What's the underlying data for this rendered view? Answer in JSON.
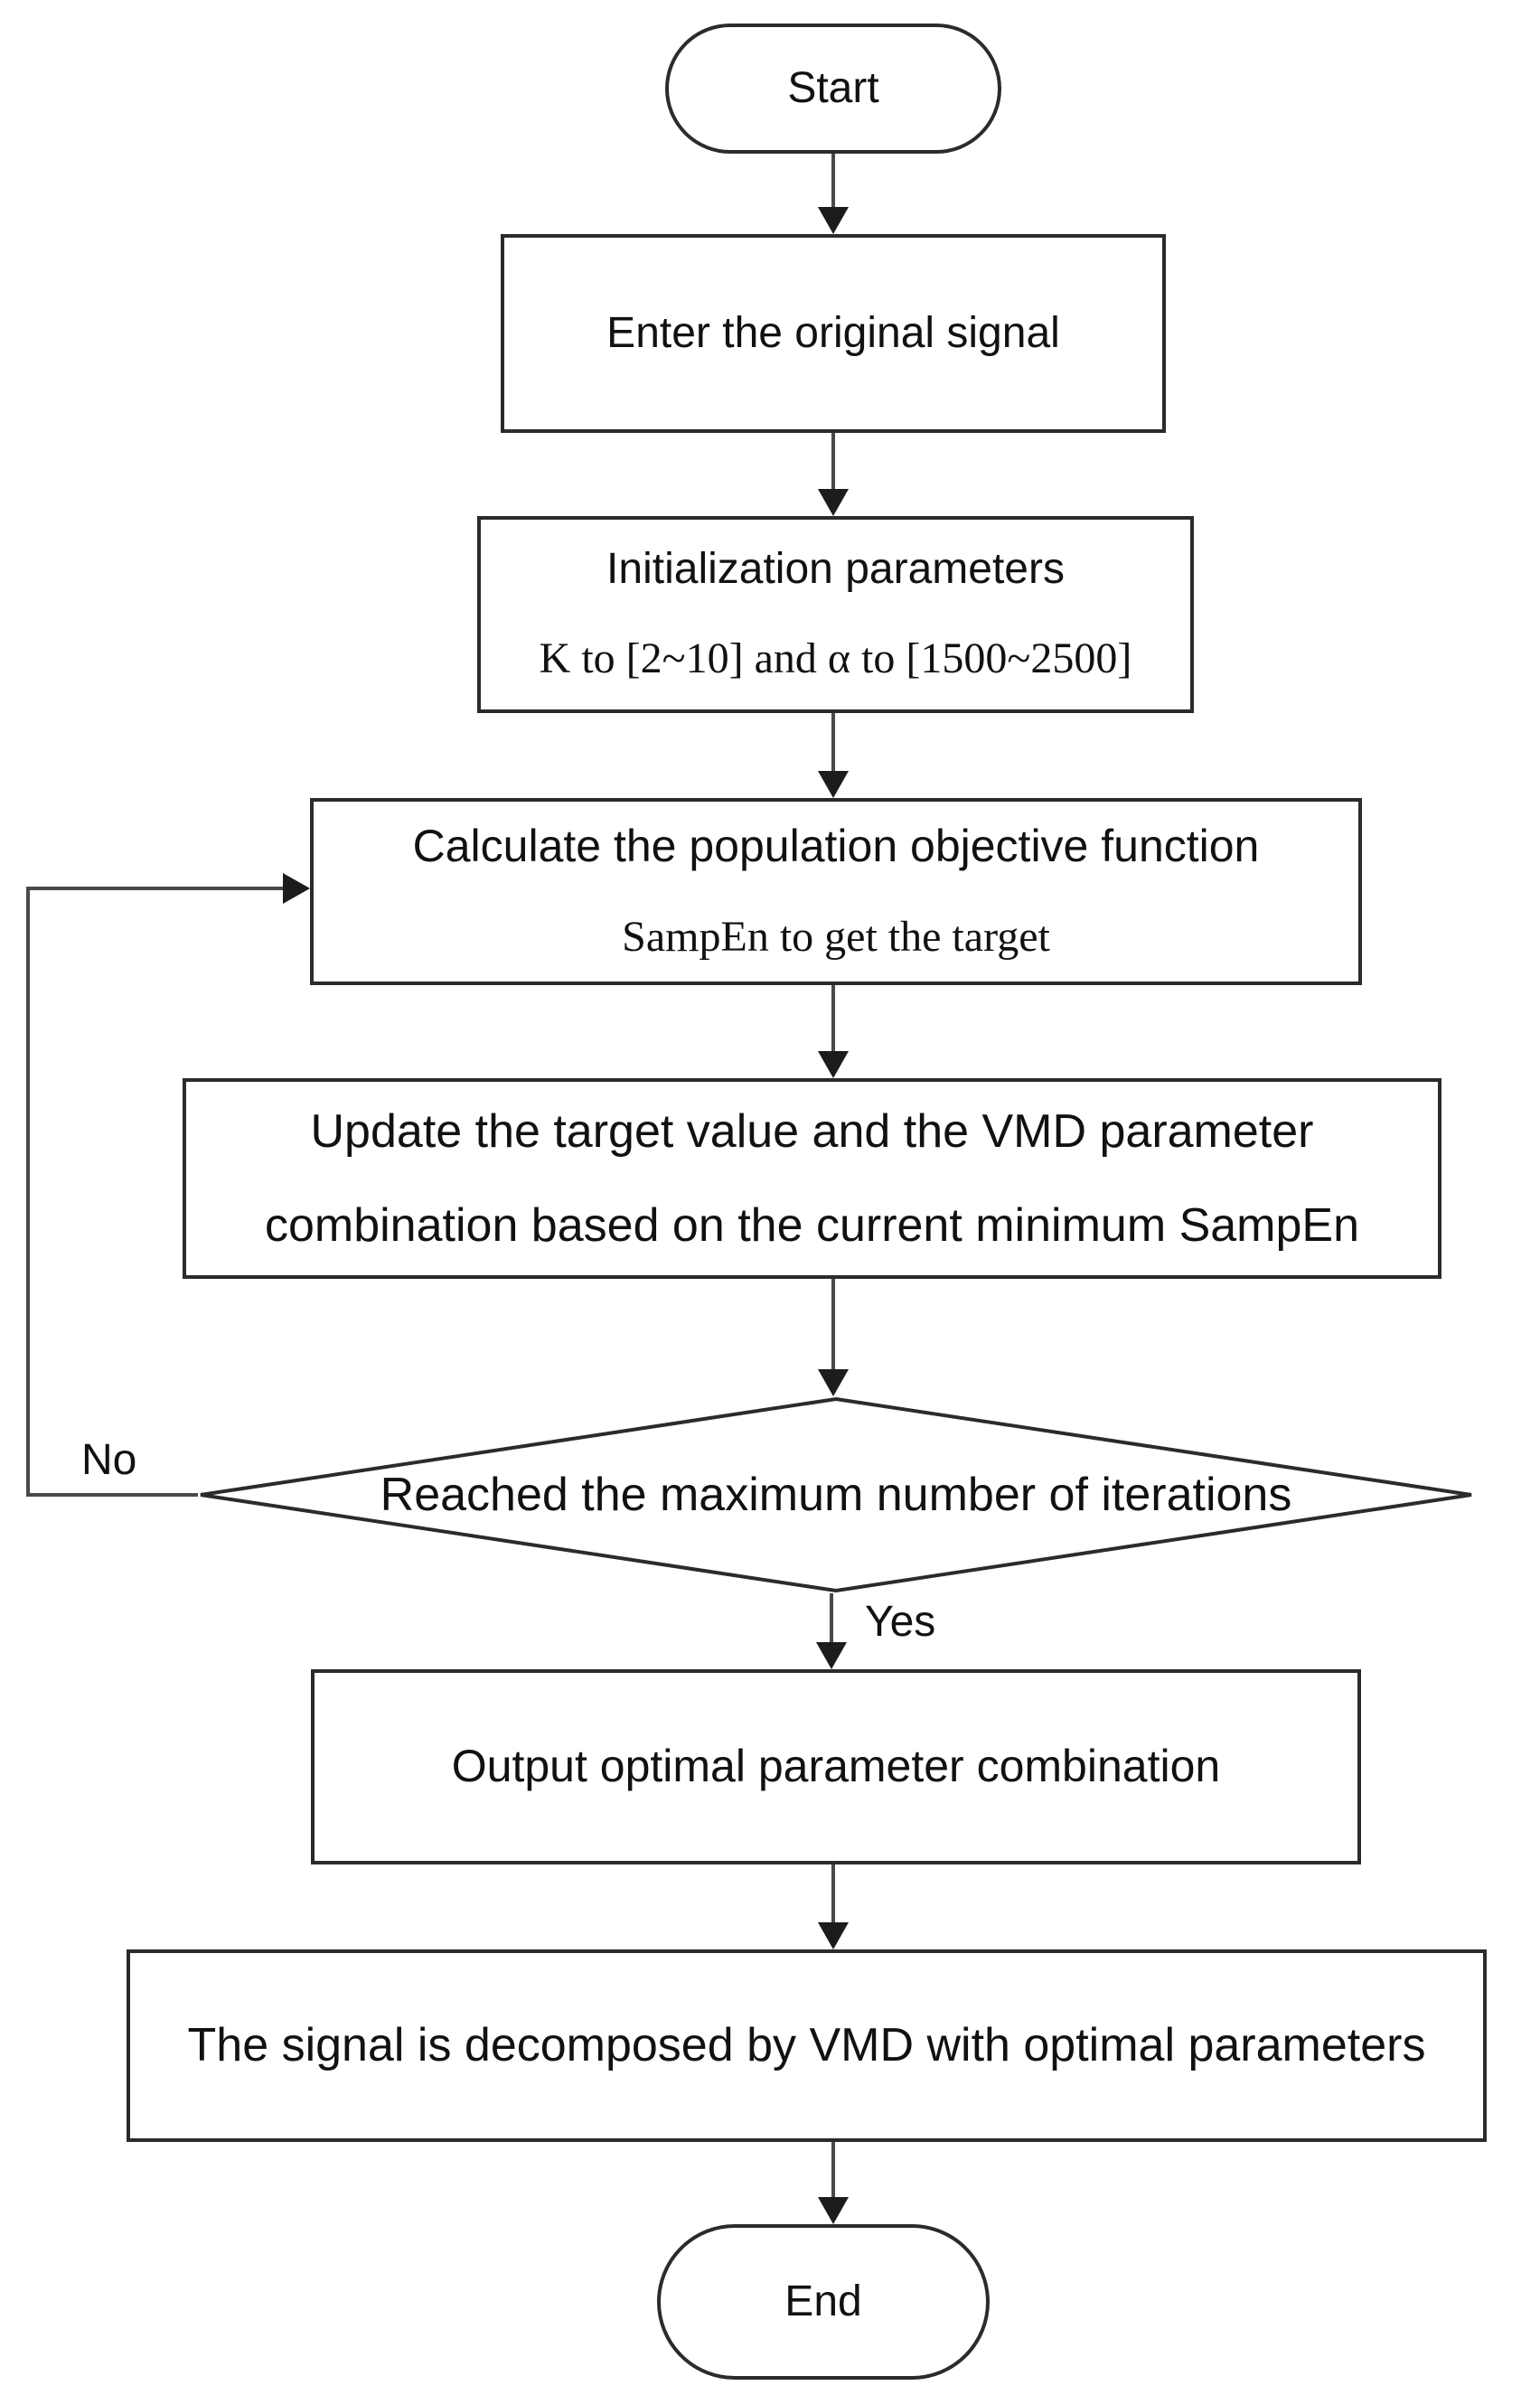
{
  "flowchart": {
    "terminators": {
      "start": {
        "label": "Start"
      },
      "end": {
        "label": "End"
      }
    },
    "boxes": {
      "enter_signal": {
        "lines": [
          "Enter the original signal"
        ]
      },
      "init_params": {
        "lines": [
          "Initialization parameters",
          "K to [2~10] and α to [1500~2500]"
        ]
      },
      "calc_objective": {
        "lines": [
          "Calculate the population objective function",
          "SampEn to get the target"
        ]
      },
      "update_target": {
        "lines": [
          "Update the target value and the VMD parameter",
          "combination based on the current minimum SampEn"
        ]
      },
      "output_params": {
        "lines": [
          "Output optimal parameter combination"
        ]
      },
      "decompose_signal": {
        "lines": [
          "The signal is decomposed by VMD with optimal parameters"
        ]
      }
    },
    "decision": {
      "label": "Reached the maximum number of iterations"
    },
    "branch_labels": {
      "no": "No",
      "yes": "Yes"
    },
    "colors": {
      "connector": "#4a4a4a",
      "arrowhead": "#1c1c1c",
      "shape_border": "#2b2b2b",
      "text": "#111111",
      "background": "#ffffff"
    }
  }
}
